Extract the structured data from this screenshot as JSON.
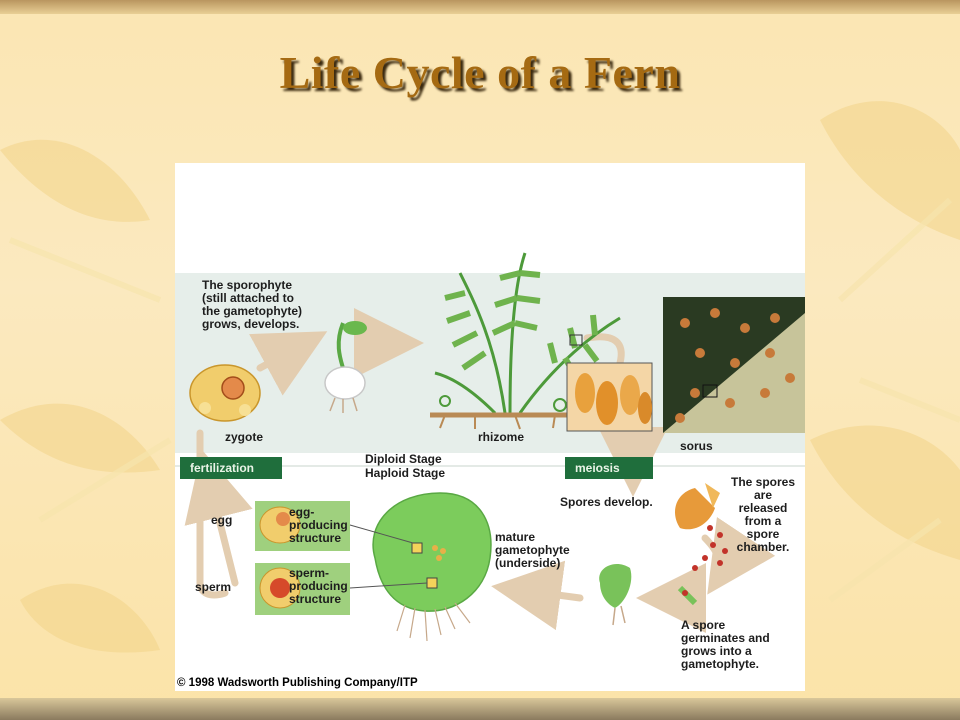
{
  "slide": {
    "title": "Life Cycle of a Fern"
  },
  "diagram": {
    "stage_top": "Diploid Stage",
    "stage_bottom": "Haploid Stage",
    "bar_left": "fertilization",
    "bar_right": "meiosis",
    "labels": {
      "sporophyte_text": "The sporophyte\n(still attached to\nthe gametophyte)\ngrows, develops.",
      "zygote": "zygote",
      "rhizome": "rhizome",
      "sorus": "sorus",
      "spores_develop": "Spores develop.",
      "spores_released": "The spores\nare\nreleased\nfrom a\nspore\nchamber.",
      "egg": "egg",
      "egg_structure": "egg-\nproducing\nstructure",
      "sperm": "sperm",
      "sperm_structure": "sperm-\nproducing\nstructure",
      "mature_gametophyte": "mature\ngametophyte\n(underside)",
      "spore_germinates": "A spore\ngerminates and\ngrows into a\ngametophyte."
    },
    "copyright": "© 1998 Wadsworth Publishing Company/ITP"
  },
  "colors": {
    "title": "#a56a12",
    "bar": "#1f6e3c",
    "diploid_bg": "#e6eeea",
    "frond": "#4d9a3a"
  }
}
